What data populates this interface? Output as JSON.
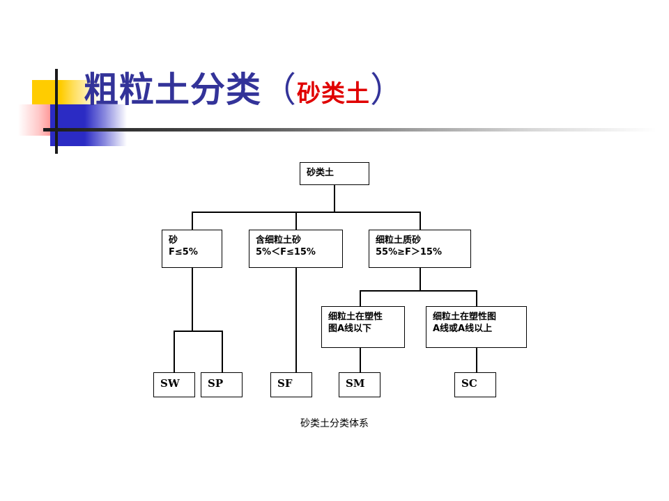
{
  "slide": {
    "title_main": "粗粒土分类",
    "title_paren_open": "（",
    "title_accent": "砂类土",
    "title_paren_close": "）",
    "caption": "砂类土分类体系",
    "colors": {
      "title": "#333399",
      "accent": "#E00000",
      "logo_yellow": "#FFCC00",
      "logo_red": "#FF2020",
      "logo_blue": "#2B2BC4",
      "line": "#000000"
    }
  },
  "chart_data": {
    "type": "diagram",
    "title": "砂类土分类体系",
    "nodes": [
      {
        "id": "root",
        "label": "砂类土"
      },
      {
        "id": "sand",
        "label": "砂\nF≤5%"
      },
      {
        "id": "fsand",
        "label": "含细粒土砂\n5%＜F≤15%"
      },
      {
        "id": "fclay",
        "label": "细粒土质砂\n55%≥F＞15%"
      },
      {
        "id": "belowA",
        "label": "细粒土在塑性\n图A线以下"
      },
      {
        "id": "aboveA",
        "label": "细粒土在塑性图\nA线或A线以上"
      },
      {
        "id": "sw",
        "label": "SW"
      },
      {
        "id": "sp",
        "label": "SP"
      },
      {
        "id": "sf",
        "label": "SF"
      },
      {
        "id": "sm",
        "label": "SM"
      },
      {
        "id": "sc",
        "label": "SC"
      }
    ],
    "edges": [
      {
        "from": "root",
        "to": "sand"
      },
      {
        "from": "root",
        "to": "fsand"
      },
      {
        "from": "root",
        "to": "fclay"
      },
      {
        "from": "sand",
        "to": "sw"
      },
      {
        "from": "sand",
        "to": "sp"
      },
      {
        "from": "fsand",
        "to": "sf"
      },
      {
        "from": "fclay",
        "to": "belowA"
      },
      {
        "from": "fclay",
        "to": "aboveA"
      },
      {
        "from": "belowA",
        "to": "sm"
      },
      {
        "from": "aboveA",
        "to": "sc"
      }
    ]
  }
}
